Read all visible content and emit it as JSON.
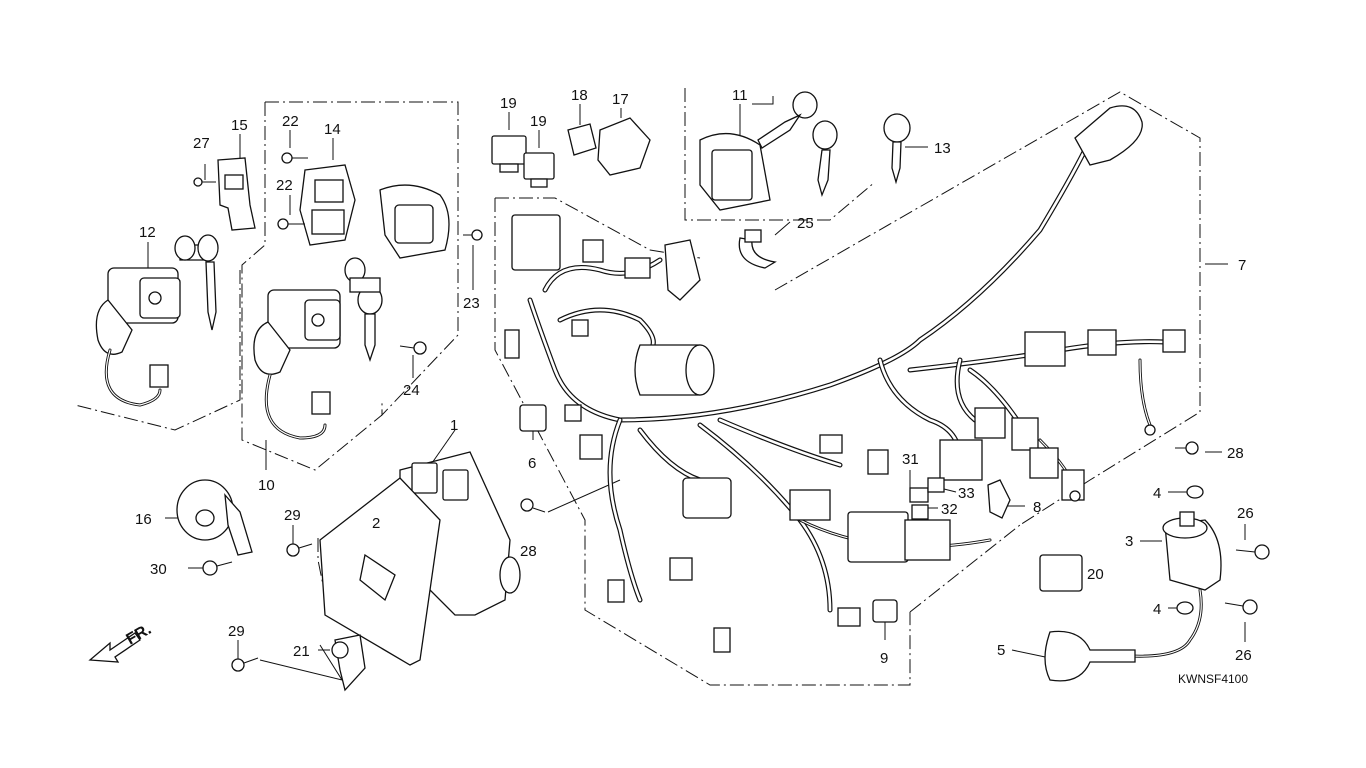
{
  "diagram": {
    "drawing_code": "KWNSF4100",
    "direction_label": "FR.",
    "callouts": {
      "c1": "1",
      "c2": "2",
      "c3": "3",
      "c4a": "4",
      "c4b": "4",
      "c5": "5",
      "c6": "6",
      "c7": "7",
      "c8": "8",
      "c9": "9",
      "c10": "10",
      "c11": "11",
      "c12": "12",
      "c13": "13",
      "c14": "14",
      "c15": "15",
      "c16": "16",
      "c17": "17",
      "c18": "18",
      "c19a": "19",
      "c19b": "19",
      "c20": "20",
      "c21": "21",
      "c22a": "22",
      "c22b": "22",
      "c23": "23",
      "c24": "24",
      "c25": "25",
      "c26a": "26",
      "c26b": "26",
      "c27": "27",
      "c28a": "28",
      "c28b": "28",
      "c29a": "29",
      "c29b": "29",
      "c30": "30",
      "c31": "31",
      "c32": "32",
      "c33": "33"
    },
    "icons": {
      "arrow": "front-direction-arrow-icon",
      "harness": "wire-harness-icon",
      "ecu": "ecu-unit-icon",
      "coil": "ignition-coil-icon",
      "horn": "horn-icon",
      "key": "key-icon",
      "relay": "relay-icon",
      "bolt": "bolt-icon"
    }
  }
}
